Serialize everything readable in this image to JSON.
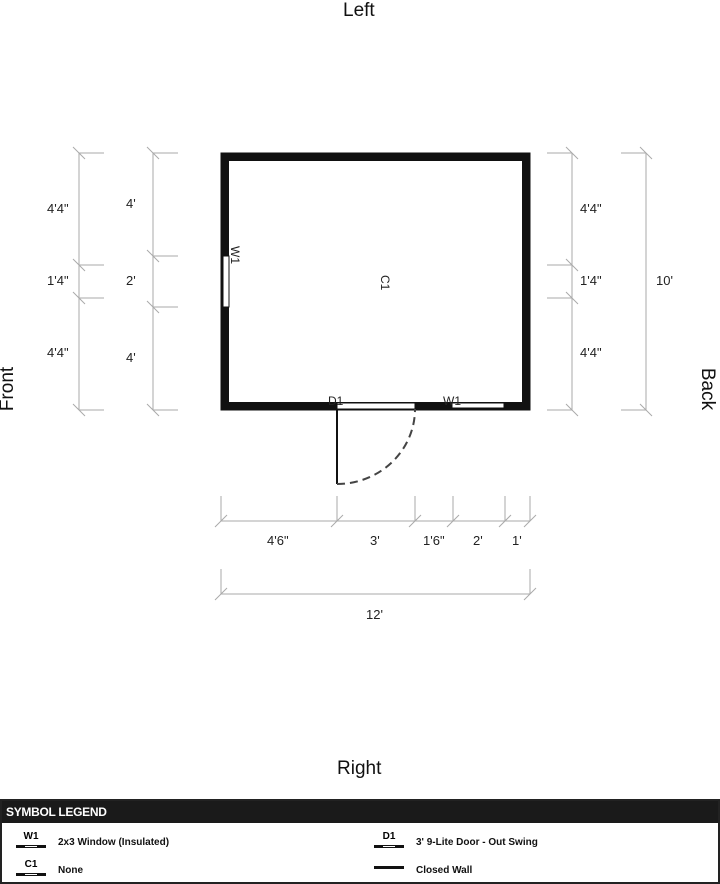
{
  "sides": {
    "top": "Left",
    "bottom": "Right",
    "left": "Front",
    "right": "Back"
  },
  "dimensions": {
    "left_outer": [
      "4'4\"",
      "1'4\"",
      "4'4\""
    ],
    "left_inner": [
      "4'",
      "2'",
      "4'"
    ],
    "right_inner": [
      "4'4\"",
      "1'4\"",
      "4'4\""
    ],
    "right_total": "10'",
    "bottom_segments": [
      "4'6\"",
      "3'",
      "1'6\"",
      "2'",
      "1'"
    ],
    "bottom_total": "12'"
  },
  "plan_labels": {
    "left_window": "W1",
    "door": "D1",
    "bottom_window": "W1",
    "center": "C1"
  },
  "legend": {
    "title": "SYMBOL LEGEND",
    "items": [
      {
        "code": "W1",
        "label": "2x3 Window (Insulated)"
      },
      {
        "code": "D1",
        "label": "3' 9-Lite Door - Out Swing"
      },
      {
        "code": "C1",
        "label": "None"
      },
      {
        "code": "",
        "label": "Closed Wall"
      }
    ]
  }
}
